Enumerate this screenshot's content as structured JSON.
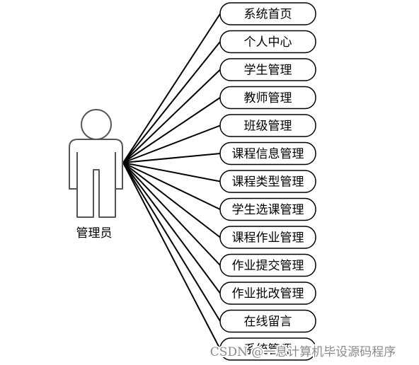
{
  "actor": {
    "label": "管理员"
  },
  "use_cases": [
    "系统首页",
    "个人中心",
    "学生管理",
    "教师管理",
    "班级管理",
    "课程信息管理",
    "课程类型管理",
    "学生选课管理",
    "课程作业管理",
    "作业提交管理",
    "作业批改管理",
    "在线留言",
    "系统管理"
  ],
  "watermark": "CSDN @一息计算机毕设源码程序"
}
